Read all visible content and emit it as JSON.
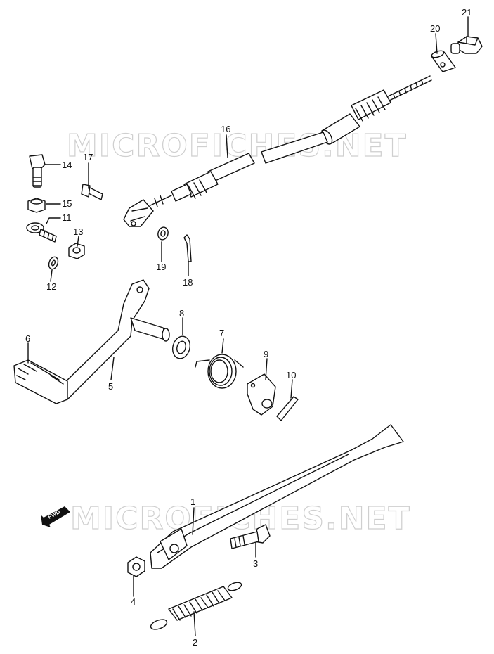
{
  "watermark": "MICROFICHES.NET",
  "fwd_label": "FWD",
  "callouts": [
    "1",
    "2",
    "3",
    "4",
    "5",
    "6",
    "7",
    "8",
    "9",
    "10",
    "11",
    "12",
    "13",
    "14",
    "15",
    "16",
    "17",
    "18",
    "19",
    "20",
    "21"
  ]
}
